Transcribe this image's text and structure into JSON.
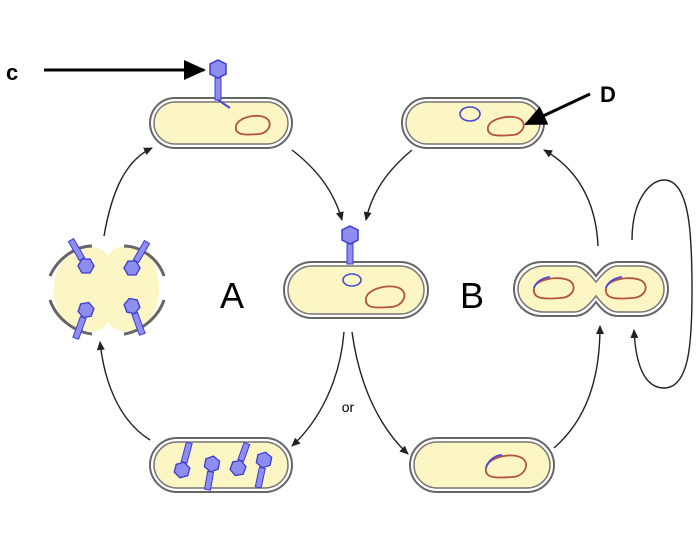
{
  "labels": {
    "cycle_a": "A",
    "cycle_b": "B",
    "choice": "or",
    "pointer_c": "c",
    "pointer_d": "D"
  },
  "colors": {
    "cell_fill": "#fcf6c4",
    "cell_wall": "#555555",
    "phage": "#8e8ef0",
    "phage_outline": "#3b3bd6",
    "bacterial_dna": "#b5543a",
    "phage_dna": "#4a4ad6",
    "arrow": "#222222"
  }
}
